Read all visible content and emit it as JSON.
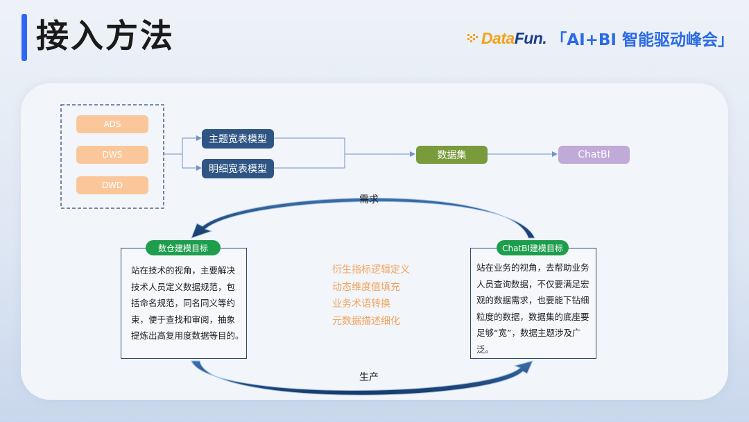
{
  "header": {
    "title": "接入方法",
    "logo_text_data": "Data",
    "logo_text_fun": "Fun.",
    "event_title": "「AI+BI 智能驱动峰会」"
  },
  "colors": {
    "accent_blue": "#2f66f2",
    "layer_orange": "#fbc79a",
    "model_navy": "#2f5585",
    "dataset_green": "#799b3b",
    "chatbi_purple": "#bfaad8",
    "badge_green": "#1e9e4c",
    "task_orange": "#f2a35c"
  },
  "pipeline": {
    "layers": [
      "ADS",
      "DWS",
      "DWD"
    ],
    "models": [
      "主题宽表模型",
      "明细宽表模型"
    ],
    "dataset": "数据集",
    "target": "ChatBI"
  },
  "cycle": {
    "top_label": "需求",
    "bottom_label": "生产",
    "left": {
      "title": "数仓建模目标",
      "lines": [
        "站在技术的视角，主要解决",
        "技术人员定义数据规范，包",
        "括命名规范，同名同义等约",
        "束，便于查找和审阅，抽象",
        "提炼出高复用度数据等目的。"
      ]
    },
    "right": {
      "title": "ChatBI建模目标",
      "lines": [
        "站在业务的视角，去帮助业务",
        "人员查询数据，不仅要满足宏",
        "观的数据需求，也要能下钻细",
        "粒度的数据，数据集的底座要",
        "足够“宽”，数据主题涉及广",
        "泛。"
      ]
    },
    "tasks": [
      "衍生指标逻辑定义",
      "动态维度值填充",
      "业务术语转换",
      "元数据描述细化"
    ]
  }
}
